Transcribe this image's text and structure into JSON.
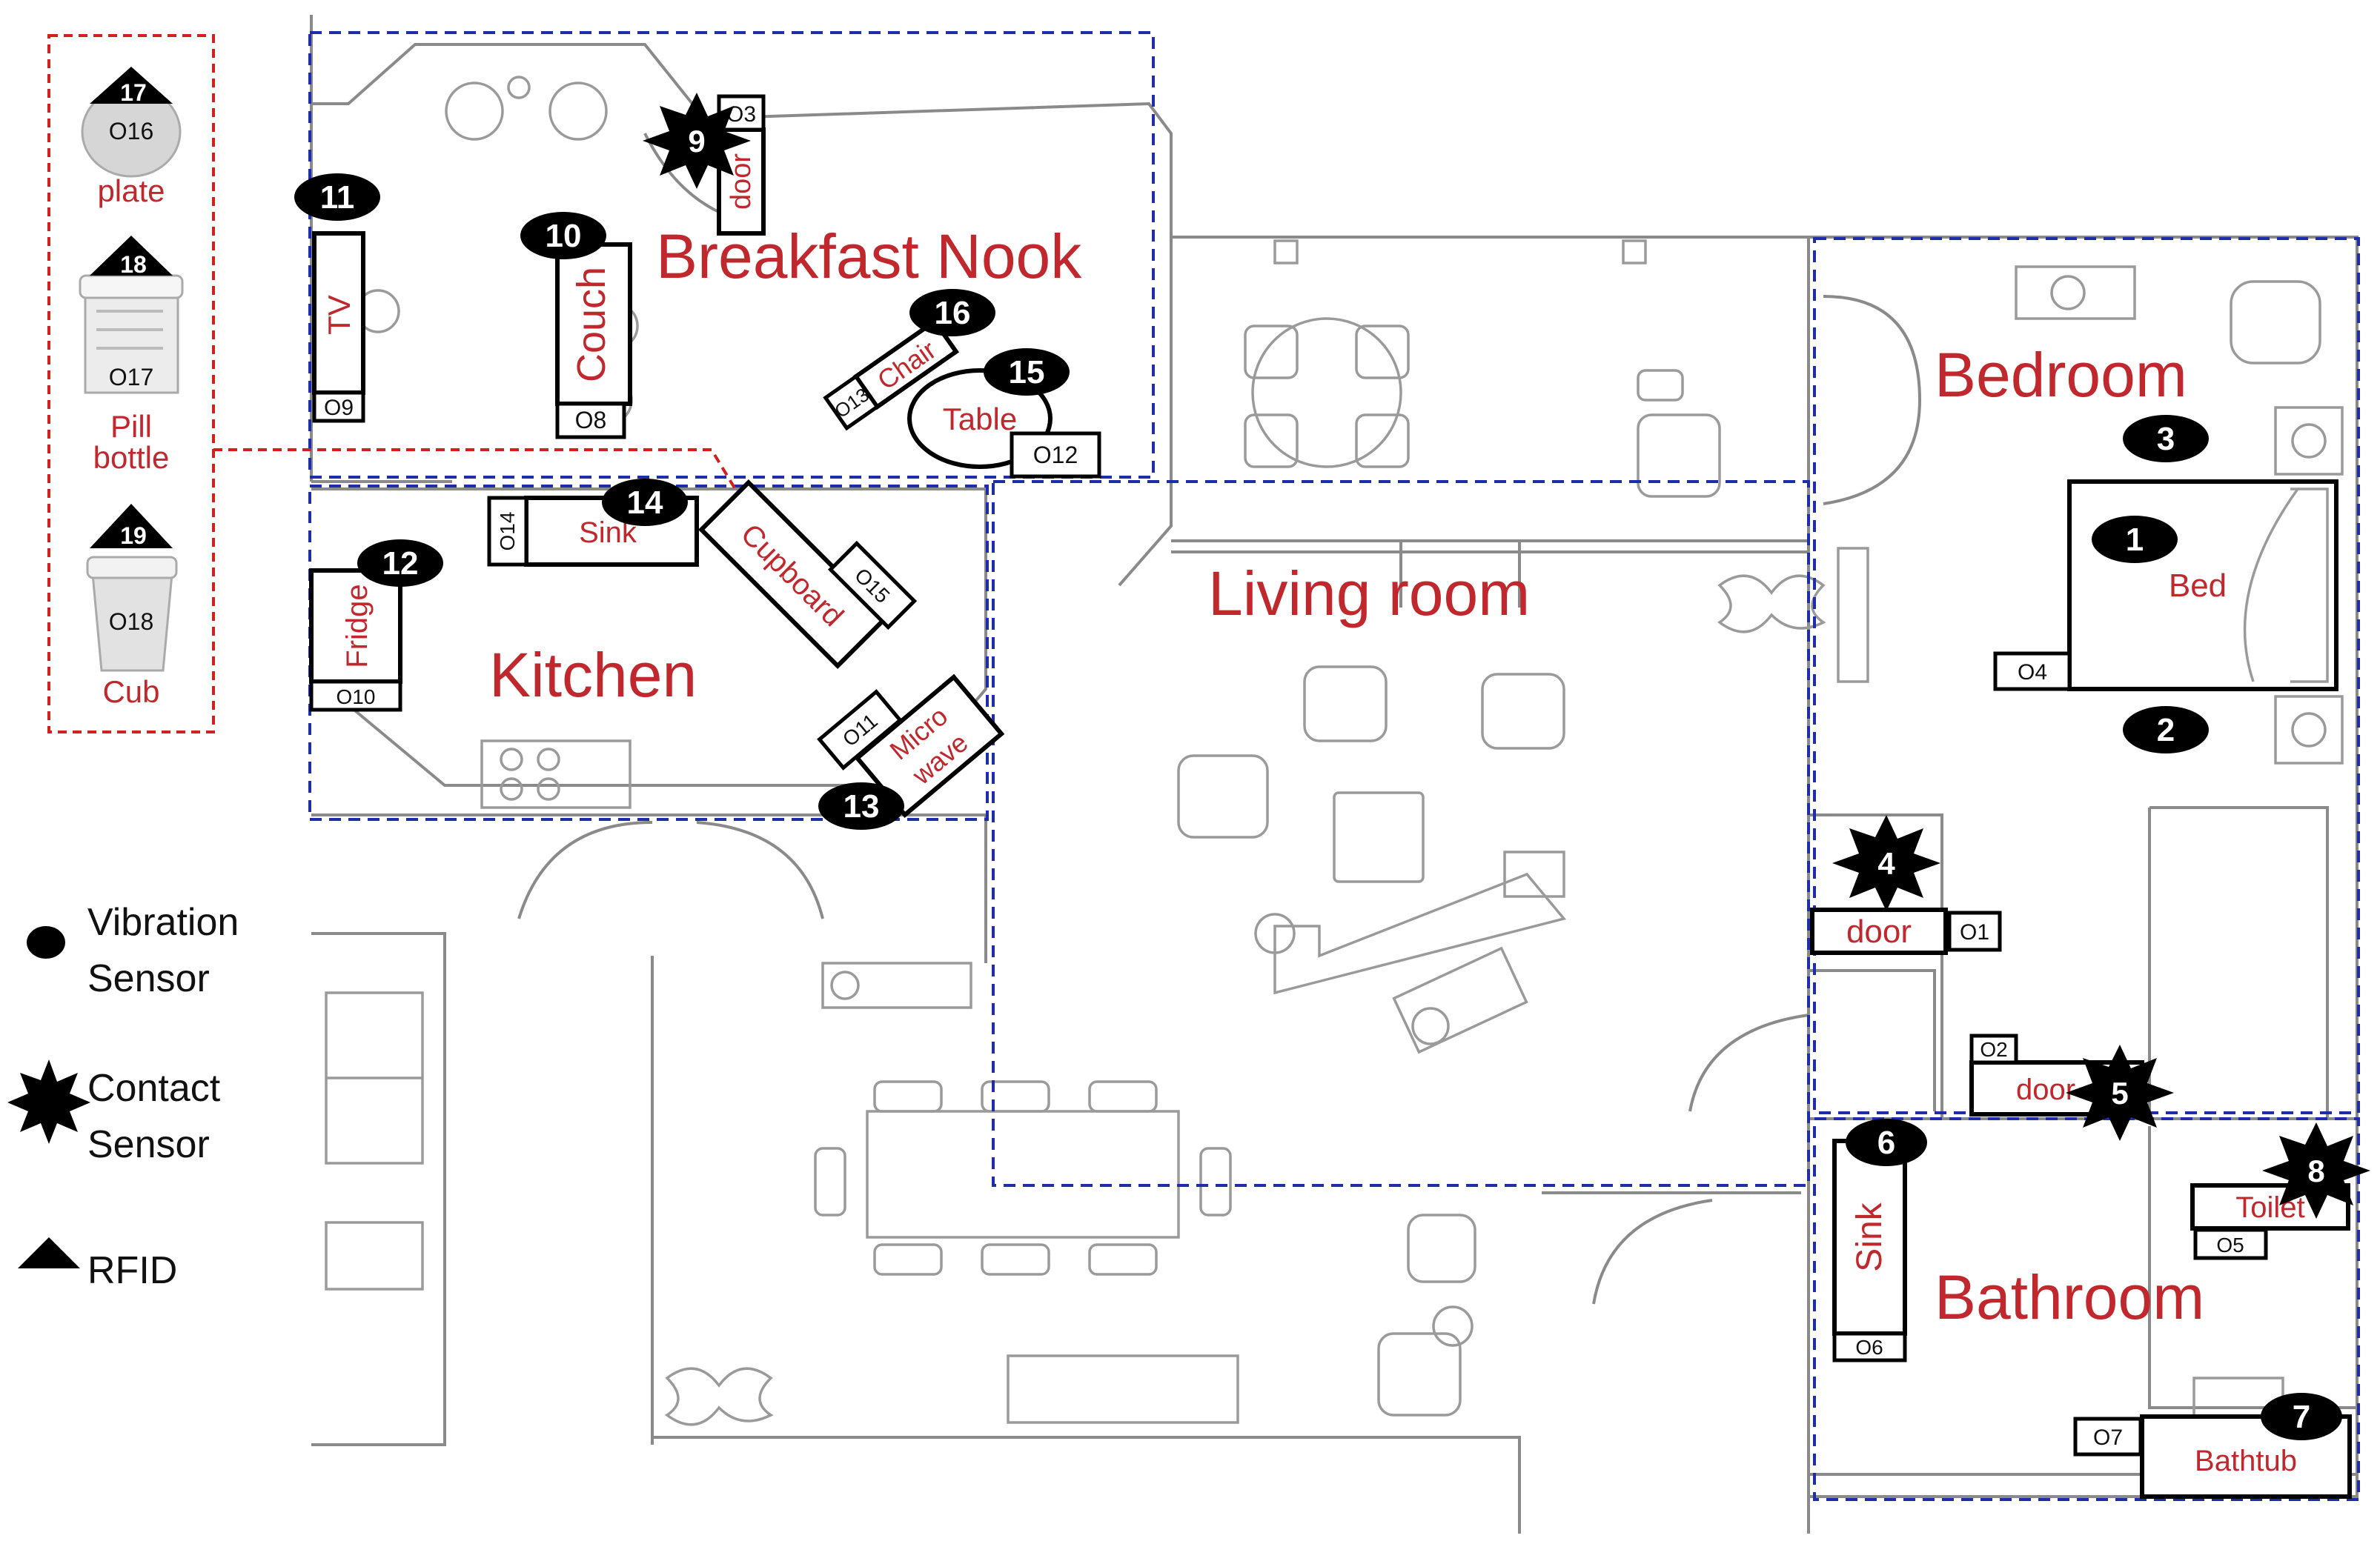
{
  "rooms": {
    "breakfast_nook": "Breakfast Nook",
    "kitchen": "Kitchen",
    "living_room": "Living room",
    "bedroom": "Bedroom",
    "bathroom": "Bathroom"
  },
  "objects": {
    "tv": "TV",
    "couch": "Couch",
    "door_nook": "door",
    "chair": "Chair",
    "table": "Table",
    "sink_kitchen": "Sink",
    "cupboard": "Cupboard",
    "fridge": "Fridge",
    "microwave_1": "Micro",
    "microwave_2": "wave",
    "bed": "Bed",
    "door_bedroom": "door",
    "door_bath": "door",
    "sink_bath": "Sink",
    "toilet": "Toilet",
    "bathtub": "Bathtub"
  },
  "object_ids": {
    "o1": "O1",
    "o2": "O2",
    "o3": "O3",
    "o4": "O4",
    "o5": "O5",
    "o6": "O6",
    "o7": "O7",
    "o8": "O8",
    "o9": "O9",
    "o10": "O10",
    "o11": "O11",
    "o12": "O12",
    "o13": "O13",
    "o14": "O14",
    "o15": "O15",
    "o16": "O16",
    "o17": "O17",
    "o18": "O18"
  },
  "sensors": {
    "s1": "1",
    "s2": "2",
    "s3": "3",
    "s4": "4",
    "s5": "5",
    "s6": "6",
    "s7": "7",
    "s8": "8",
    "s9": "9",
    "s10": "10",
    "s11": "11",
    "s12": "12",
    "s13": "13",
    "s14": "14",
    "s15": "15",
    "s16": "16",
    "s17": "17",
    "s18": "18",
    "s19": "19"
  },
  "rfid_items": {
    "plate": "plate",
    "pill_1": "Pill",
    "pill_2": "bottle",
    "cub": "Cub"
  },
  "legend": {
    "vibration_1": "Vibration",
    "vibration_2": "Sensor",
    "contact_1": "Contact",
    "contact_2": "Sensor",
    "rfid": "RFID"
  },
  "colors": {
    "label": "#c0282d",
    "zone": "#1f2ea8",
    "rfid_group": "#d02020"
  }
}
